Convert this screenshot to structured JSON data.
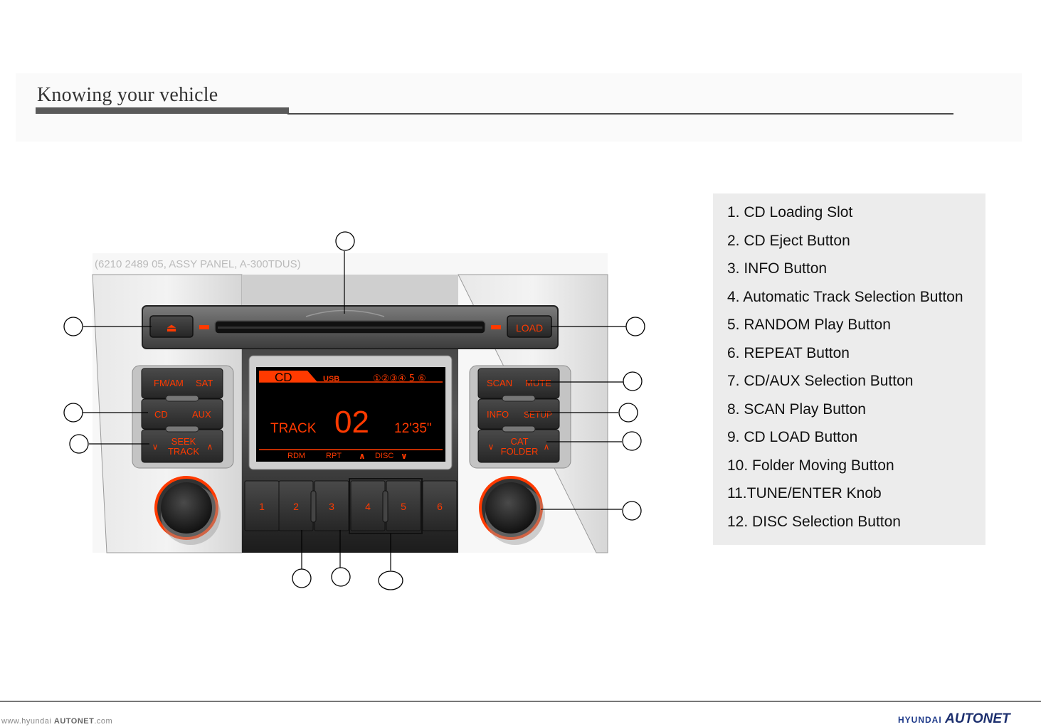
{
  "page": {
    "title": "Knowing your vehicle"
  },
  "figure": {
    "part_label": "(6210 2489 05, ASSY PANEL, A-300TDUS)",
    "buttons": {
      "eject_symbol": "⏏",
      "load": "LOAD",
      "fm_am": "FM/AM",
      "sat": "SAT",
      "cd": "CD",
      "aux": "AUX",
      "seek": "SEEK",
      "track": "TRACK",
      "scan": "SCAN",
      "mute": "MUTE",
      "info": "INFO",
      "setup": "SETUP",
      "cat": "CAT",
      "folder": "FOLDER",
      "chevron_down": "∨",
      "chevron_up": "∧",
      "presets": [
        "1",
        "2",
        "3",
        "4",
        "5",
        "6"
      ]
    },
    "display": {
      "mode": "CD",
      "source": "USB",
      "discs": "①②③④ 5 ⑥",
      "track_label": "TRACK",
      "track_number": "02",
      "time": "12'35\"",
      "rdm": "RDM",
      "rpt": "RPT",
      "disc_up": "∧",
      "disc": "DISC",
      "disc_down": "∨"
    },
    "colors": {
      "accent": "#ff3a00",
      "panel_silver": "#d9d9d9",
      "panel_dark": "#2b2b2b",
      "display_bg": "#000000"
    }
  },
  "legend": {
    "items": [
      "1. CD Loading Slot",
      "2. CD Eject Button",
      "3. INFO Button",
      "4. Automatic Track Selection Button",
      "5. RANDOM Play Button",
      "6. REPEAT Button",
      "7. CD/AUX Selection Button",
      "8. SCAN Play Button",
      "9. CD LOAD Button",
      "10. Folder Moving Button",
      "11.TUNE/ENTER Knob",
      "12. DISC Selection Button"
    ]
  },
  "footer": {
    "website_prefix": "www.hyundai",
    "website_brand": "AUTONET",
    "website_suffix": ".com",
    "brand": "HYUNDAI",
    "logo": "AUTONET"
  }
}
